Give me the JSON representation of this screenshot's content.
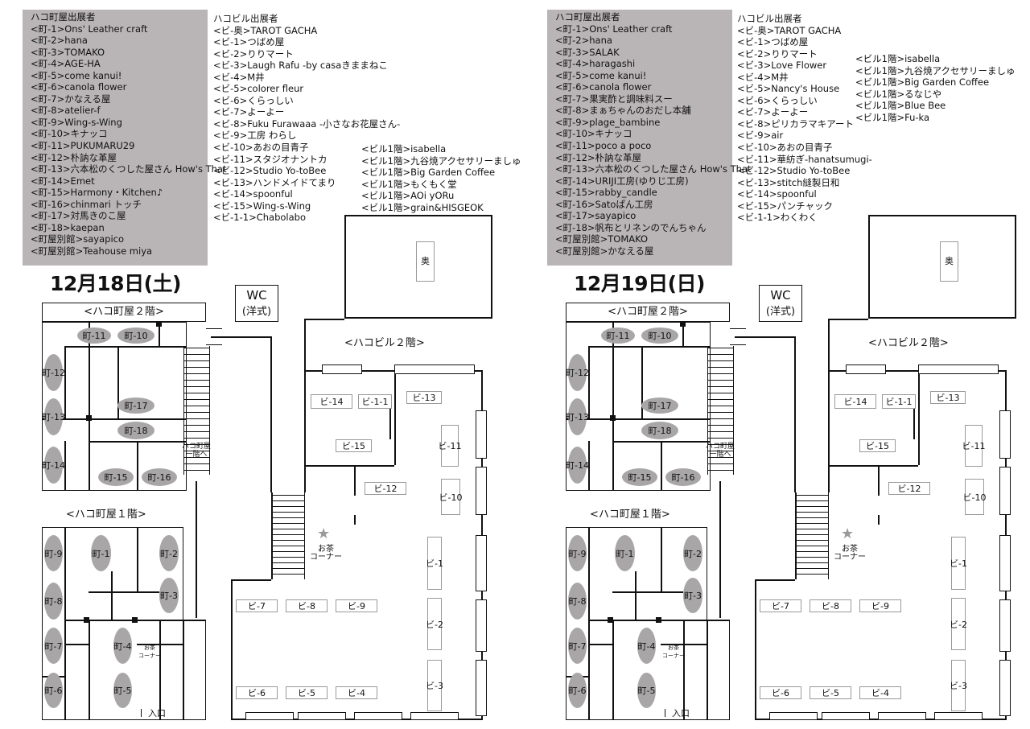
{
  "days": [
    {
      "title": "12月18日(土)",
      "machiya_heading": "ハコ町屋出展者",
      "machiya_exhibitors": [
        "<町-1>Ons' Leather craft",
        "<町-2>hana",
        "<町-3>TOMAKO",
        "<町-4>AGE-HA",
        "<町-5>come kanui!",
        "<町-6>canola flower",
        "<町-7>かなえる屋",
        "<町-8>atelier-f",
        "<町-9>Wing-s-Wing",
        "<町-10>キナッコ",
        "<町-11>PUKUMARU29",
        "<町-12>朴訥な革屋",
        "<町-13>六本松のくつした屋さん How's That",
        "<町-14>Emet",
        "<町-15>Harmony・Kitchen♪",
        "<町-16>chinmari トッチ",
        "<町-17>対馬きのこ屋",
        "<町-18>kaepan",
        "<町屋別館>sayapico",
        "<町屋別館>Teahouse miya"
      ],
      "building_heading": "ハコビル出展者",
      "building_exhibitors": [
        "<ビ-奥>TAROT GACHA",
        "<ビ-1>つばめ屋",
        "<ビ-2>りりマート",
        "<ビ-3>Laugh Rafu -by casaきままねこ",
        "<ビ-4>M井",
        "<ビ-5>colorer fleur",
        "<ビ-6>くらっしい",
        "<ビ-7>よーよー",
        "<ビ-8>Fuku Furawaaa -小さなお花屋さん-",
        "<ビ-9>工房 わらし",
        "<ビ-10>あおの目青子",
        "<ビ-11>スタジオナントカ",
        "<ビ-12>Studio Yo-toBee",
        "<ビ-13>ハンドメイドてまり",
        "<ビ-14>spoonful",
        "<ビ-15>Wing-s-Wing",
        "<ビ-1-1>Chabolabo"
      ],
      "building_1f_exhibitors": [
        "<ビル1階>isabella",
        "<ビル1階>九谷焼アクセサリーましゅ",
        "<ビル1階>Big Garden  Coffee",
        "<ビル1階>もくもく堂",
        "<ビル1階>AOi yORu",
        "<ビル1階>grain&HISGEOK"
      ]
    },
    {
      "title": "12月19日(日)",
      "machiya_heading": "ハコ町屋出展者",
      "machiya_exhibitors": [
        "<町-1>Ons' Leather craft",
        "<町-2>hana",
        "<町-3>SALAK",
        "<町-4>haragashi",
        "<町-5>come kanui!",
        "<町-6>canola flower",
        "<町-7>果実酢と調味料スー",
        "<町-8>まぁちゃんのおだし本舗",
        "<町-9>plage_bambine",
        "<町-10>キナッコ",
        "<町-11>poco a poco",
        "<町-12>朴訥な革屋",
        "<町-13>六本松のくつした屋さん How's That",
        "<町-14>URIJI工房(ゆりじ工房)",
        "<町-15>rabby_candle",
        "<町-16>Satoぱん工房",
        "<町-17>sayapico",
        "<町-18>帆布とリネンのでんちゃん",
        "<町屋別館>TOMAKO",
        "<町屋別館>かなえる屋"
      ],
      "building_heading": "ハコビル出展者",
      "building_exhibitors": [
        "<ビ-奥>TAROT GACHA",
        "<ビ-1>つばめ屋",
        "<ビ-2>りりマート",
        "<ビ-3>Love Flower",
        "<ビ-4>M井",
        "<ビ-5>Nancy's House",
        "<ビ-6>くらっしい",
        "<ビ-7>よーよー",
        "<ビ-8>ピリカラマキアート",
        "<ビ-9>air",
        "<ビ-10>あおの目青子",
        "<ビ-11>華紡ぎ-hanatsumugi-",
        "<ビ-12>Studio Yo-toBee",
        "<ビ-13>stitch縫製日和",
        "<ビ-14>spoonful",
        "<ビ-15>パンチャック",
        "<ビ-1-1>わくわく"
      ],
      "building_1f_exhibitors": [
        "<ビル1階>isabella",
        "<ビル1階>九谷焼アクセサリーましゅ",
        "<ビル1階>Big Garden  Coffee",
        "<ビル1階>るなじや",
        "<ビル1階>Blue Bee",
        "<ビル1階>Fu-ka"
      ]
    }
  ],
  "map": {
    "machiya_2f": "<ハコ町屋２階>",
    "machiya_1f": "<ハコ町屋１階>",
    "building_2f": "<ハコビル２階>",
    "wc": "WC",
    "wc_sub": "(洋式)",
    "to_1f": "ハコ町屋\n一階へ",
    "tea": "お茶\nコーナー",
    "entrance": "入口",
    "back": "奥",
    "stalls": {
      "m1": "町-1",
      "m2": "町-2",
      "m3": "町-3",
      "m4": "町-4",
      "m5": "町-5",
      "m6": "町-6",
      "m7": "町-7",
      "m8": "町-8",
      "m9": "町-9",
      "m10": "町-10",
      "m11": "町-11",
      "m12": "町-12",
      "m13": "町-13",
      "m14": "町-14",
      "m15": "町-15",
      "m16": "町-16",
      "m17": "町-17",
      "m18": "町-18",
      "b1": "ビ-1",
      "b2": "ビ-2",
      "b3": "ビ-3",
      "b4": "ビ-4",
      "b5": "ビ-5",
      "b6": "ビ-6",
      "b7": "ビ-7",
      "b8": "ビ-8",
      "b9": "ビ-9",
      "b10": "ビ-10",
      "b11": "ビ-11",
      "b12": "ビ-12",
      "b13": "ビ-13",
      "b14": "ビ-14",
      "b15": "ビ-15",
      "b11_1": "ビ-1-1"
    }
  }
}
